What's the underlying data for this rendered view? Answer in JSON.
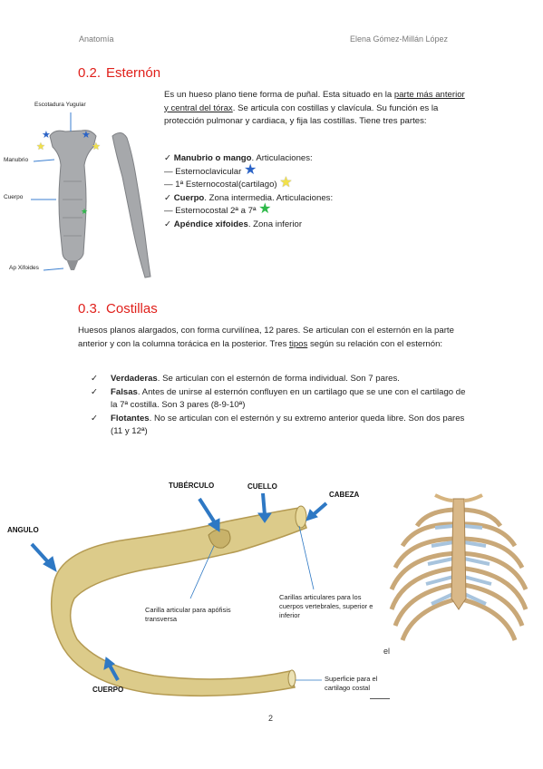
{
  "header": {
    "left": "Anatomía",
    "right": "Elena Gómez-Millán López"
  },
  "sec1": {
    "num": "0.2.",
    "title": "Esternón",
    "intro_a": "Es un hueso plano tiene forma de puñal. Esta situado en la ",
    "intro_u1": "parte más anterior y central del tórax",
    "intro_b": ". Se articula con costillas y clavícula. Su función es la protección pulmonar y cardiaca, y fija las costillas. Tiene tres partes:",
    "list": [
      {
        "prefix": "✓ ",
        "bold": "Manubrio o mango",
        "rest": ". Articulaciones:"
      },
      {
        "prefix": "— ",
        "bold": "",
        "rest": "Esternoclavicular"
      },
      {
        "prefix": "— ",
        "bold": "",
        "rest": "1ª Esternocostal(cartilago)"
      },
      {
        "prefix": "✓ ",
        "bold": "Cuerpo",
        "rest": ". Zona intermedia. Articulaciones:"
      },
      {
        "prefix": "— ",
        "bold": "",
        "rest": "Esternocostal 2ª a 7ª"
      },
      {
        "prefix": "✓ ",
        "bold": "Apéndice xifoides",
        "rest": ". Zona inferior"
      }
    ],
    "labels": {
      "escotadura": "Escotadura Yugular",
      "manubrio": "Manubrio",
      "cuerpo": "Cuerpo",
      "xifoides": "Ap Xifoides"
    },
    "star_colors": {
      "blue": "#2b63c6",
      "yellow": "#f2e14a",
      "green": "#2fb94a"
    }
  },
  "sec2": {
    "num": "0.3.",
    "title": "Costillas",
    "intro_a": "Huesos planos alargados, con forma curvilínea, 12 pares. Se articulan con el esternón en la parte anterior y con la columna torácica en la posterior. Tres ",
    "intro_u": "tipos",
    "intro_b": " según su relación con el esternón:",
    "items": [
      {
        "bold": "Verdaderas",
        "rest": ". Se articulan con el esternón de forma individual. Son 7 pares."
      },
      {
        "bold": "Falsas",
        "rest": ". Antes de unirse al esternón confluyen en un cartilago que se une con el cartilago de la 7ª costilla. Son 3 pares (8-9-10ª)"
      },
      {
        "bold": "Flotantes",
        "rest": ". No se articulan con el esternón y su extremo anterior queda libre. Son dos pares (11 y 12ª)"
      }
    ]
  },
  "rib_labels": {
    "angulo": "ANGULO",
    "tuberculo": "TUBÉRCULO",
    "cuello": "CUELLO",
    "cabeza": "CABEZA",
    "cuerpo": "CUERPO",
    "carilla": "Carilla articular para apófisis transversa",
    "carillas": "Carillas articulares para los cuerpos vertebrales, superior e inferior",
    "superficie": "Superficie para el cartilago costal",
    "el": "el"
  },
  "page_number": "2"
}
